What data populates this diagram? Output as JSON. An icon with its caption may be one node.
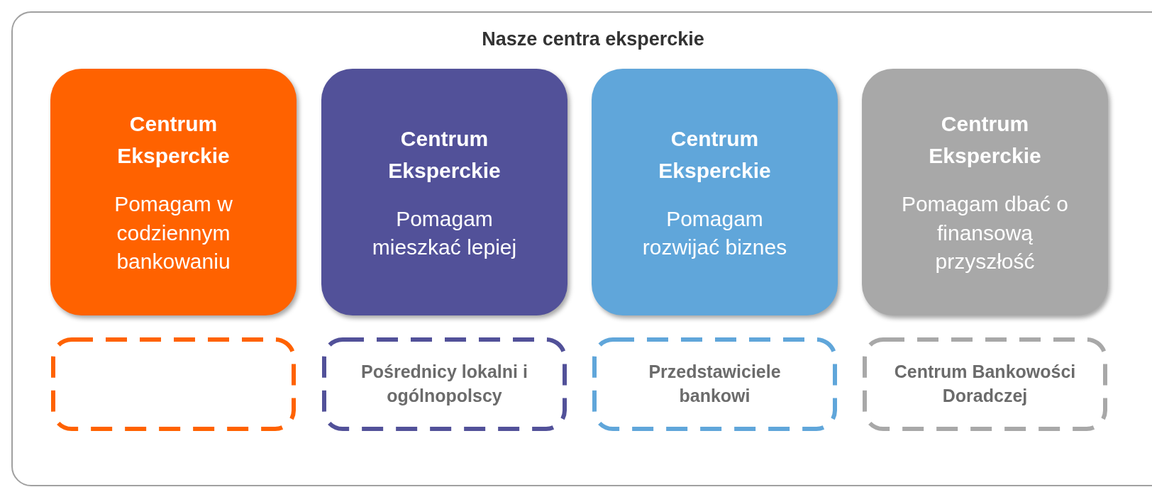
{
  "diagram": {
    "nodes": [
      {
        "text": [
          "Nasze centra eksperckie"
        ]
      },
      {
        "text": [
          "Centrum Eksperckie",
          "Pomagam w codziennym bankowaniu"
        ],
        "in": 0
      },
      {
        "text": [
          "Centrum Eksperckie",
          "Pomagam mieszkać lepiej"
        ],
        "in": 0
      },
      {
        "text": [
          "Centrum Eksperckie",
          "Pomagam rozwijać biznes"
        ],
        "in": 0
      },
      {
        "text": [
          "Centrum Eksperckie",
          "Pomagam dbać o finansową przyszłość"
        ],
        "in": 0
      },
      {
        "text": [],
        "shape": "box",
        "in": 0
      },
      {
        "text": [
          "Pośrednicy lokalni i ogólnopolscy"
        ],
        "in": 0
      },
      {
        "text": [
          "Przedstawiciele bankowi"
        ],
        "in": 0
      },
      {
        "text": [
          "Centrum Bankowości Doradczej"
        ],
        "in": 0
      }
    ]
  }
}
